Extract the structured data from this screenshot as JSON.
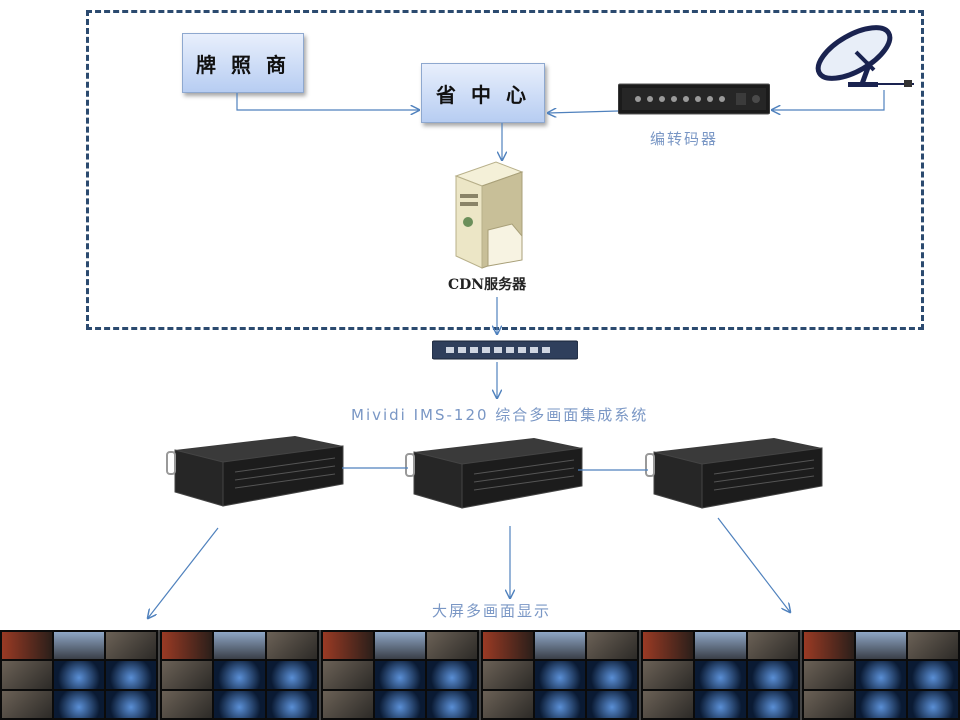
{
  "nodes": {
    "licensee": "牌 照 商",
    "provincial_center": "省 中 心",
    "transcoder": "编转码器",
    "cdn_server": "CDN服务器",
    "ims_system": "Mividi IMS-120 综合多画面集成系统",
    "big_screen": "大屏多画面显示"
  },
  "colors": {
    "connector": "#4f81bd",
    "box_border": "#2b4a6f",
    "label_blue": "#7a97c5"
  },
  "icons": [
    "satellite-dish-icon",
    "transcoder-device-icon",
    "cdn-server-icon",
    "network-switch-icon",
    "rack-server-icon",
    "video-wall-icon"
  ]
}
